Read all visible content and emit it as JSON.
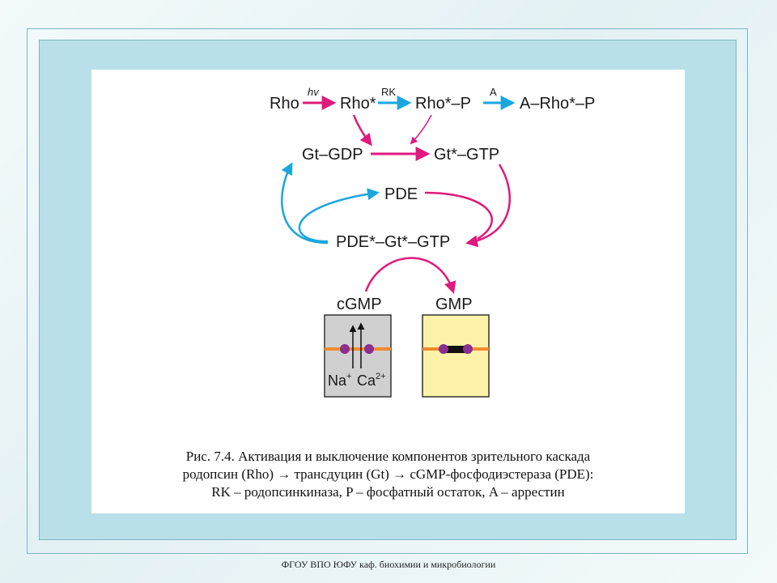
{
  "diagram": {
    "nodes": {
      "rho": "Rho",
      "rho_star": "Rho*",
      "rho_star_p": "Rho*–P",
      "a_rho_star_p": "A–Rho*–P",
      "gt_gdp": "Gt–GDP",
      "gt_star_gtp": "Gt*–GTP",
      "pde": "PDE",
      "pde_complex": "PDE*–Gt*–GTP",
      "cgmp": "cGMP",
      "gmp": "GMP"
    },
    "edge_labels": {
      "hv": "hv",
      "rk": "RK",
      "a": "A"
    },
    "ions": {
      "na": "Na",
      "na_sup": "+",
      "ca": "Ca",
      "ca_sup": "2+"
    },
    "colors": {
      "magenta": "#e0197d",
      "cyan": "#1aa7de",
      "orange": "#f08a2c",
      "purple": "#8a2f8f",
      "open_channel": "#d0d0d0",
      "closed_channel": "#fdf2a8"
    }
  },
  "caption": {
    "line1": "Рис. 7.4. Активация и выключение компонентов зрительного каскада",
    "line2": "родопсин (Rho) → трансдуцин (Gt) → cGMP-фосфодиэстераза (PDE):",
    "line3": "RK – родопсинкиназа, P – фосфатный остаток, A – аррестин"
  },
  "footer": "ФГОУ ВПО ЮФУ  каф. биохимии и микробиологии"
}
